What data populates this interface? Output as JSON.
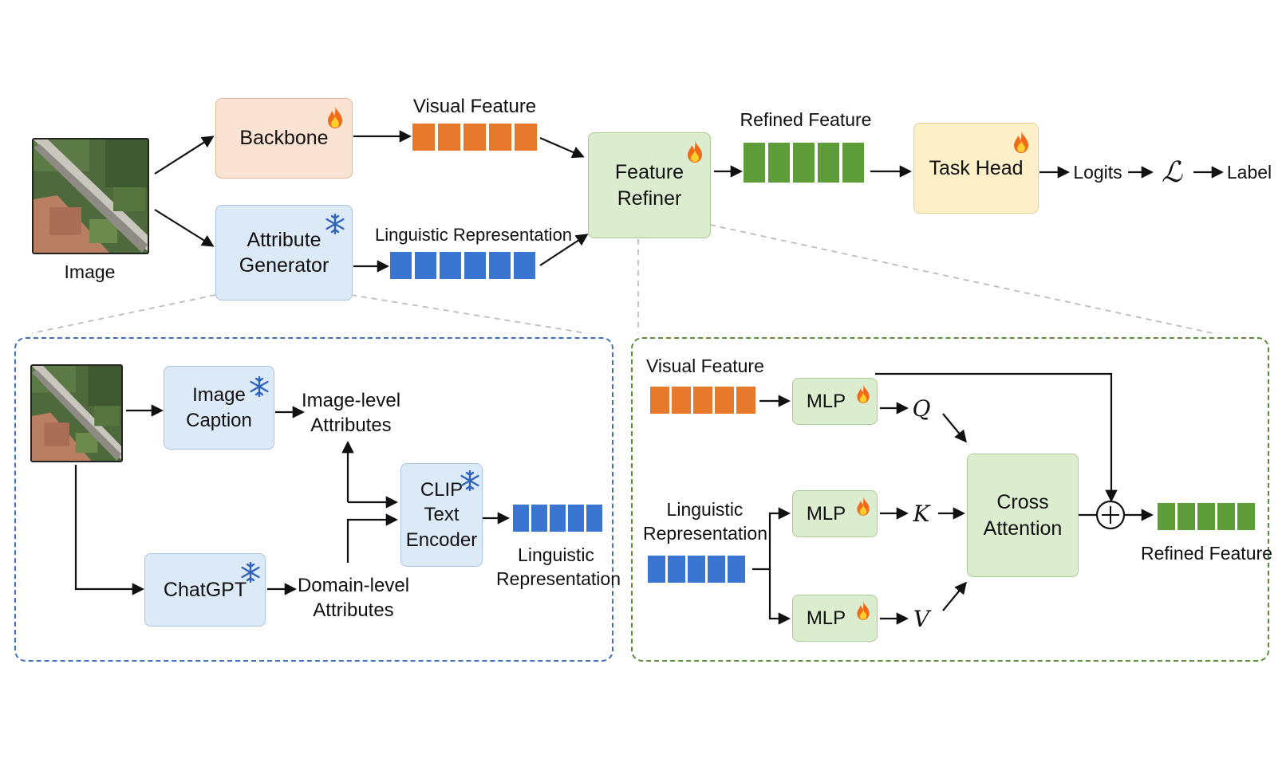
{
  "top": {
    "input_label": "Image",
    "backbone": "Backbone",
    "attribute_generator": [
      "Attribute",
      "Generator"
    ],
    "visual_feature": "Visual Feature",
    "linguistic_representation": "Linguistic Representation",
    "feature_refiner": [
      "Feature",
      "Refiner"
    ],
    "refined_feature": "Refined Feature",
    "task_head": "Task Head",
    "logits": "Logits",
    "loss_symbol": "ℒ",
    "label": "Label"
  },
  "attribute_panel": {
    "image_caption": [
      "Image",
      "Caption"
    ],
    "image_level_attributes": [
      "Image-level",
      "Attributes"
    ],
    "chatgpt": "ChatGPT",
    "domain_level_attributes": [
      "Domain-level",
      "Attributes"
    ],
    "clip_text_encoder": [
      "CLIP",
      "Text",
      "Encoder"
    ],
    "linguistic_representation": [
      "Linguistic",
      "Representation"
    ]
  },
  "refiner_panel": {
    "visual_feature": "Visual Feature",
    "linguistic_representation": [
      "Linguistic",
      "Representation"
    ],
    "mlp": "MLP",
    "q": "Q",
    "k": "K",
    "v": "V",
    "cross_attention": [
      "Cross",
      "Attention"
    ],
    "plus_symbol": "+",
    "refined_feature": "Refined Feature"
  },
  "colors": {
    "trainable_orange": "#e6792b",
    "linguistic_blue": "#3a75d1",
    "refined_green": "#5e9c3a",
    "flame_icon": "#f06a1a",
    "snowflake_icon": "#2f64b8",
    "panel_blue_border": "#3f6fb8",
    "panel_green_border": "#5a8c3a"
  },
  "icons": {
    "trainable": "flame-icon",
    "frozen": "snowflake-icon"
  }
}
